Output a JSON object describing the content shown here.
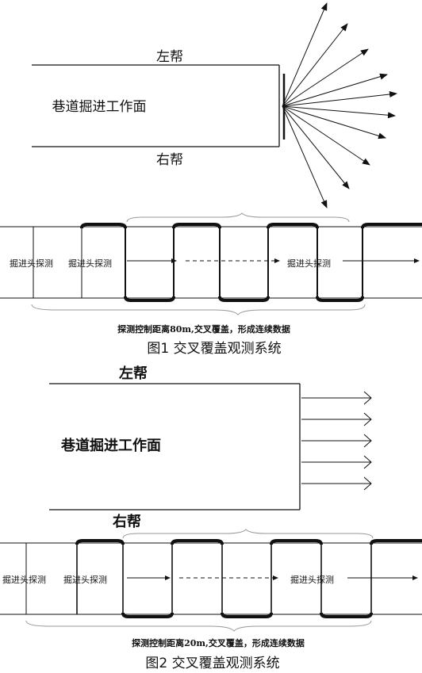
{
  "figure1": {
    "label_left_wall": "左帮",
    "label_right_wall": "右帮",
    "label_face": "巷道掘进工作面",
    "probe_labels": [
      "掘进头探测",
      "掘进头探测",
      "掘进头探测"
    ],
    "note": "探测控制距离80m,交叉覆盖，形成连续数据",
    "caption": "图1 交叉覆盖观测系统"
  },
  "figure2": {
    "label_left_wall": "左帮",
    "label_right_wall": "右帮",
    "label_face": "巷道掘进工作面",
    "probe_labels": [
      "掘进头探测",
      "掘进头探测",
      "掘进头探测"
    ],
    "note": "探测控制距离20m,交叉覆盖，形成连续数据",
    "caption": "图2 交叉覆盖观测系统"
  },
  "colors": {
    "ink": "#111111",
    "background": "#ffffff"
  }
}
